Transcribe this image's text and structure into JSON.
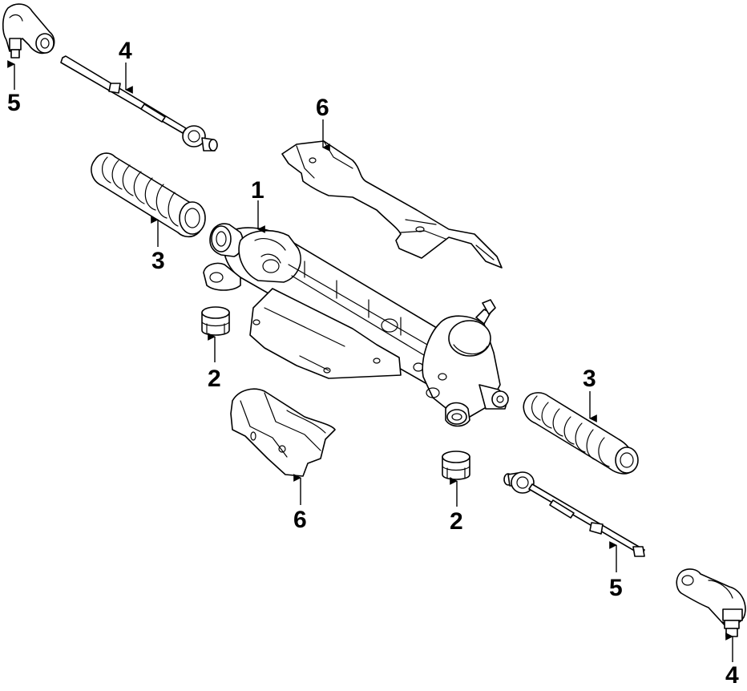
{
  "callouts": [
    {
      "id": "part-1-label",
      "text": "1"
    },
    {
      "id": "part-2-left-label",
      "text": "2"
    },
    {
      "id": "part-2-right-label",
      "text": "2"
    },
    {
      "id": "part-3-left-label",
      "text": "3"
    },
    {
      "id": "part-3-right-label",
      "text": "3"
    },
    {
      "id": "part-4-left-label",
      "text": "4"
    },
    {
      "id": "part-4-right-label",
      "text": "4"
    },
    {
      "id": "part-5-left-label",
      "text": "5"
    },
    {
      "id": "part-5-right-label",
      "text": "5"
    },
    {
      "id": "part-6-top-label",
      "text": "6"
    },
    {
      "id": "part-6-bottom-label",
      "text": "6"
    }
  ],
  "colors": {
    "line": "#000000",
    "background": "#ffffff"
  }
}
